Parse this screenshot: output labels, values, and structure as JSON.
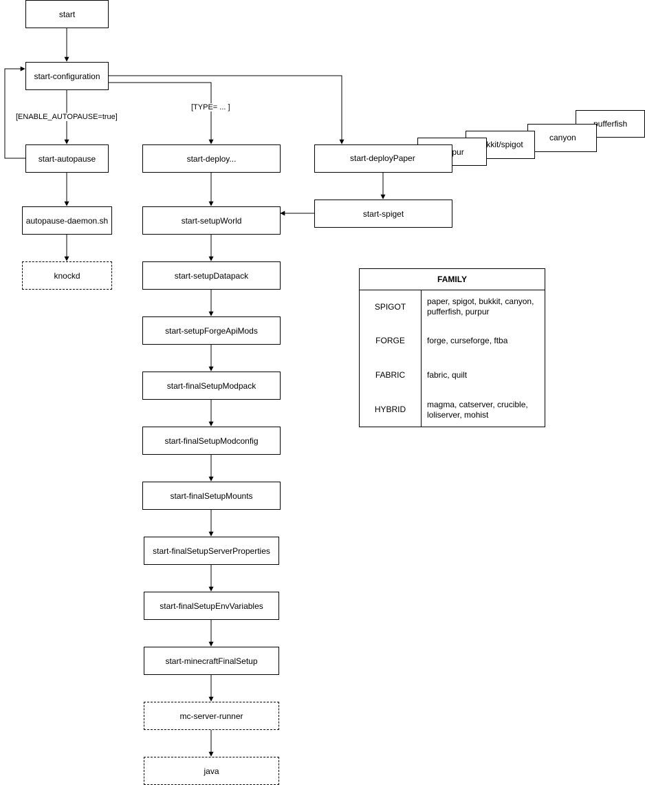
{
  "nodes": {
    "start": "start",
    "start_configuration": "start-configuration",
    "start_autopause": "start-autopause",
    "autopause_daemon": "autopause-daemon.sh",
    "knockd": "knockd",
    "start_deploy": "start-deploy...",
    "start_deployPaper": "start-deployPaper",
    "start_spiget": "start-spiget",
    "start_setupWorld": "start-setupWorld",
    "start_setupDatapack": "start-setupDatapack",
    "start_setupForgeApiMods": "start-setupForgeApiMods",
    "start_finalSetupModpack": "start-finalSetupModpack",
    "start_finalSetupModconfig": "start-finalSetupModconfig",
    "start_finalSetupMounts": "start-finalSetupMounts",
    "start_finalSetupServerProperties": "start-finalSetupServerProperties",
    "start_finalSetupEnvVariables": "start-finalSetupEnvVariables",
    "start_minecraftFinalSetup": "start-minecraftFinalSetup",
    "mc_server_runner": "mc-server-runner",
    "java": "java"
  },
  "edge_labels": {
    "autopause_condition": "[ENABLE_AUTOPAUSE=true]",
    "type_condition": "[TYPE= ... ]"
  },
  "paper_variants": [
    "purpur",
    "bukkit/spigot",
    "canyon",
    "pufferfish"
  ],
  "family_table": {
    "title": "FAMILY",
    "rows": [
      {
        "key": "SPIGOT",
        "value": "paper, spigot, bukkit, canyon, pufferfish, purpur"
      },
      {
        "key": "FORGE",
        "value": "forge, curseforge, ftba"
      },
      {
        "key": "FABRIC",
        "value": "fabric, quilt"
      },
      {
        "key": "HYBRID",
        "value": "magma, catserver, crucible, loliserver, mohist"
      }
    ]
  }
}
